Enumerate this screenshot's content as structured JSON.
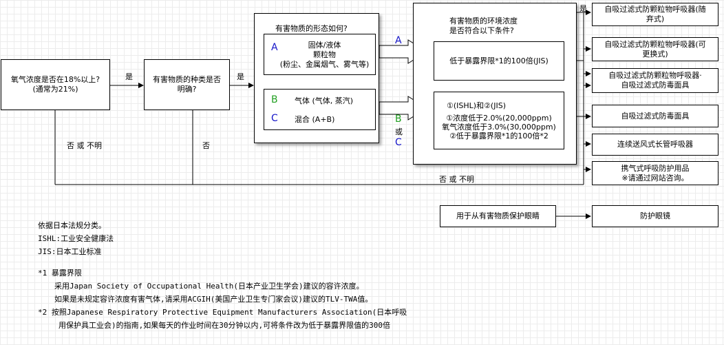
{
  "nodes": {
    "oxygen_question": "氧气浓度是否在18%以上?\n(通常为21%)",
    "substance_type_question": "有害物质的种类是否\n明确?",
    "form_question": "有害物质的形态如何?",
    "option_a_letter": "A",
    "option_a_text": "固体/液体\n颗粒物\n(粉尘、金属烟气、雾气等)",
    "option_b_letter": "B",
    "option_b_text": "气体 (气体, 蒸汽)",
    "option_c_letter": "C",
    "option_c_text": "混合 (A+B)",
    "env_question": "有害物质的环境浓度\n是否符合以下条件?",
    "condition_a": "低于暴露界限*1的100倍(JIS)",
    "condition_bc_title": "①(ISHL)和②(JIS)",
    "condition_bc_body": "①浓度低于2.0%(20,000ppm)\n氧气浓度低于3.0%(30,000ppm)\n②低于暴露界限*1的100倍*2",
    "eye_protection_question": "用于从有害物质保护眼睛"
  },
  "results": {
    "r1": "自吸过滤式防颗粒物呼吸器(随\n弃式)",
    "r2": "自吸过滤式防颗粒物呼吸器(可\n更换式)",
    "r3": "自吸过滤式防颗粒物呼吸器·\n自吸过滤式防毒面具",
    "r4": "自吸过滤式防毒面具",
    "r5": "连续送风式长管呼吸器",
    "r6": "携气式呼吸防护用品\n※请通过网站咨询。",
    "goggles": "防护眼镜"
  },
  "edge_labels": {
    "yes_1": "是",
    "yes_2": "是",
    "yes_top": "是",
    "no_unknown_left": "否 或 不明",
    "no_mid": "否",
    "no_unknown_bottom": "否 或 不明",
    "arrow_a": "A",
    "arrow_b": "B",
    "arrow_or": "或",
    "arrow_c": "C"
  },
  "notes": {
    "basis": "依据日本法规分类。",
    "ishl": "ISHL:工业安全健康法",
    "jis": "JIS:日本工业标准",
    "n1_title": "*1  暴露界限",
    "n1_line1": "采用Japan Society of Occupational Health(日本产业卫生学会)建议的容许浓度。",
    "n1_line2": "如果是未规定容许浓度有害气体,请采用ACGIH(美国产业卫生专门家会议)建议的TLV-TWA值。",
    "n2_line1": "*2 按照Japanese Respiratory Protective Equipment Manufacturers Association(日本呼吸",
    "n2_line2": "用保护具工业会)的指南,如果每天的作业时间在30分钟以内,可将条件改为低于暴露界限值的300倍"
  },
  "colors": {
    "letter_blue": "#1414c8",
    "letter_green": "#22a022",
    "line": "#000000",
    "grid": "#ececec"
  }
}
